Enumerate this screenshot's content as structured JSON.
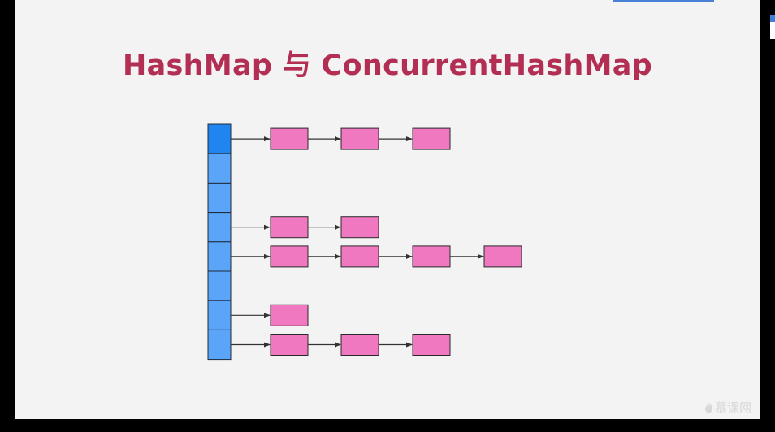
{
  "slide": {
    "title": "HashMap 与 ConcurrentHashMap",
    "watermark": "慕课网"
  },
  "colors": {
    "title": "#b22e52",
    "bucket": "#5aa5f8",
    "bucket_active": "#2185f0",
    "node": "#ef78c0",
    "arrow": "#333333",
    "background": "#f3f3f4"
  },
  "diagram": {
    "bucket_count": 8,
    "active_bucket": 0,
    "chains": [
      {
        "bucket": 0,
        "nodes": 3
      },
      {
        "bucket": 3,
        "nodes": 2
      },
      {
        "bucket": 4,
        "nodes": 4
      },
      {
        "bucket": 6,
        "nodes": 1
      },
      {
        "bucket": 7,
        "nodes": 3
      }
    ]
  }
}
